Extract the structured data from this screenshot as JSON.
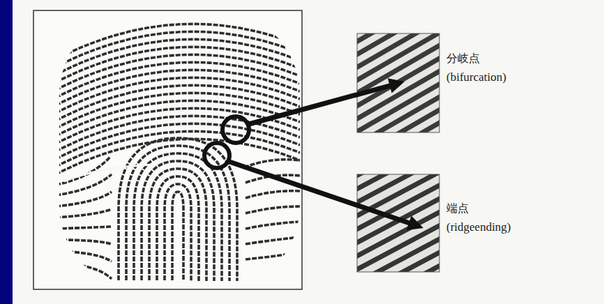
{
  "diagram": {
    "labels": [
      "分岐点",
      "(bifurcation)",
      "端点",
      "(ridgeending)"
    ]
  }
}
